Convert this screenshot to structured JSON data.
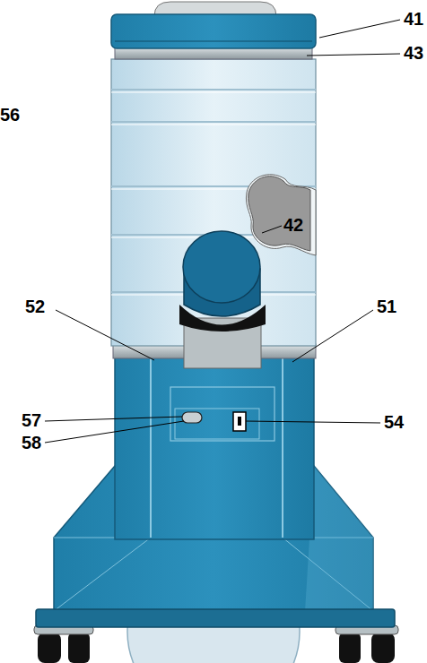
{
  "diagram": {
    "labels": [
      "41",
      "43",
      "56",
      "42",
      "52",
      "51",
      "57",
      "58",
      "54"
    ]
  }
}
